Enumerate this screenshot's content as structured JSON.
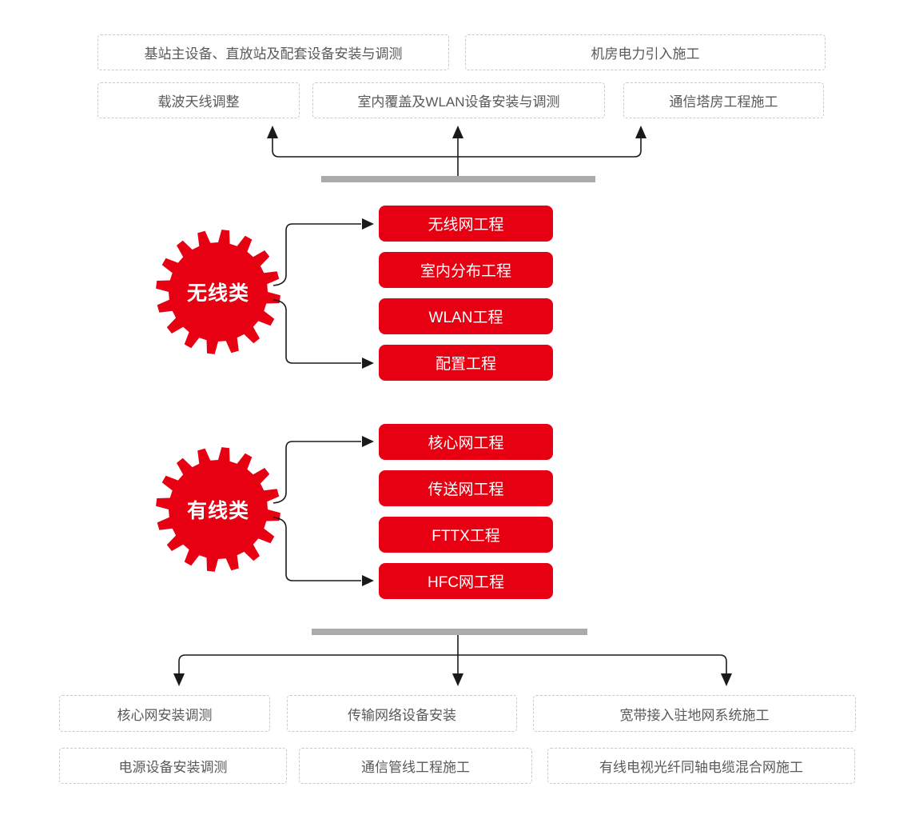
{
  "colors": {
    "red": "#e60012",
    "bar_gray": "#ababab",
    "box_border": "#c9c9c9",
    "box_text": "#595959",
    "line": "#1a1a1a"
  },
  "top": {
    "row1": [
      {
        "label": "基站主设备、直放站及配套设备安装与调测"
      },
      {
        "label": "机房电力引入施工"
      }
    ],
    "row2": [
      {
        "label": "载波天线调整"
      },
      {
        "label": "室内覆盖及WLAN设备安装与调测"
      },
      {
        "label": "通信塔房工程施工"
      }
    ]
  },
  "wireless": {
    "gear_label": "无线类",
    "projects": [
      {
        "label": "无线网工程"
      },
      {
        "label": "室内分布工程"
      },
      {
        "label": "WLAN工程"
      },
      {
        "label": "配置工程"
      }
    ]
  },
  "wired": {
    "gear_label": "有线类",
    "projects": [
      {
        "label": "核心网工程"
      },
      {
        "label": "传送网工程"
      },
      {
        "label": "FTTX工程"
      },
      {
        "label": "HFC网工程"
      }
    ]
  },
  "bottom": {
    "row1": [
      {
        "label": "核心网安装调测"
      },
      {
        "label": "传输网络设备安装"
      },
      {
        "label": "宽带接入驻地网系统施工"
      }
    ],
    "row2": [
      {
        "label": "电源设备安装调测"
      },
      {
        "label": "通信管线工程施工"
      },
      {
        "label": "有线电视光纤同轴电缆混合网施工"
      }
    ]
  }
}
